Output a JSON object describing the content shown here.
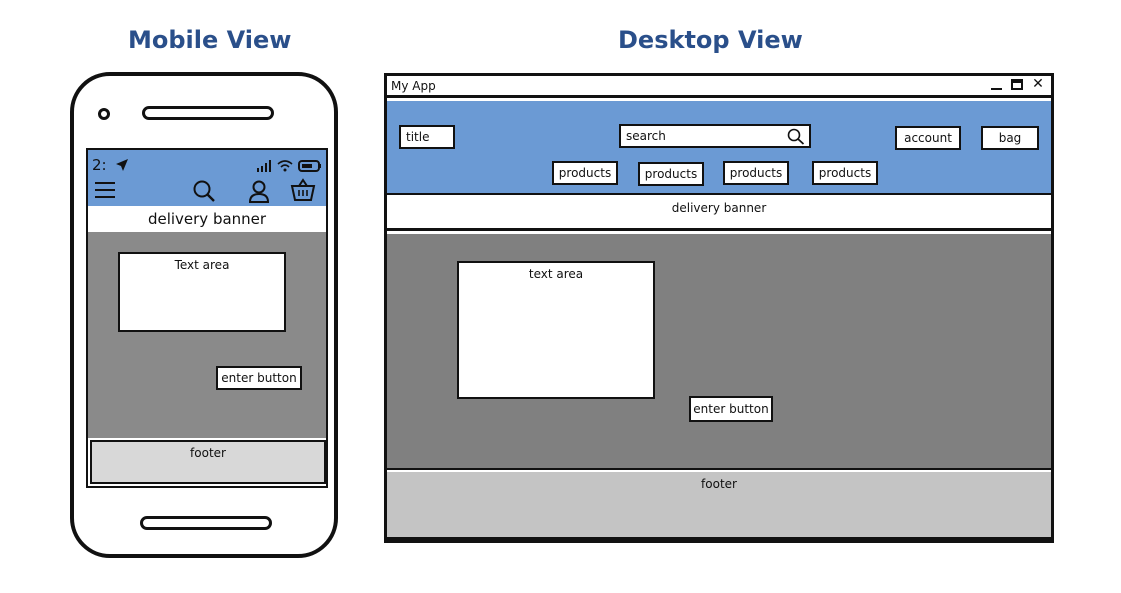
{
  "headings": {
    "mobile": "Mobile View",
    "desktop": "Desktop View"
  },
  "colors": {
    "heading": "#2a4f8a",
    "header_blue": "#6b9ad4",
    "mobile_main": "#8a8a8a",
    "desktop_main": "#808080",
    "mobile_footer": "#d8d8d8",
    "desktop_footer": "#c4c4c4"
  },
  "mobile": {
    "status_time": "2:",
    "icons": [
      "location-arrow-icon",
      "signal-bars-icon",
      "wifi-icon",
      "battery-icon",
      "hamburger-menu-icon",
      "search-icon",
      "user-icon",
      "basket-icon"
    ],
    "banner": "delivery banner",
    "text_area": "Text area",
    "enter_button": "enter button",
    "footer": "footer"
  },
  "desktop": {
    "window_title": "My App",
    "window_controls": [
      "minimize-icon",
      "maximize-icon",
      "close-icon"
    ],
    "close_glyph": "✕",
    "title": "title",
    "search": "search",
    "account": "account",
    "bag": "bag",
    "nav": [
      "products",
      "products",
      "products",
      "products"
    ],
    "banner": "delivery banner",
    "text_area": "text area",
    "enter_button": "enter button",
    "footer": "footer"
  }
}
